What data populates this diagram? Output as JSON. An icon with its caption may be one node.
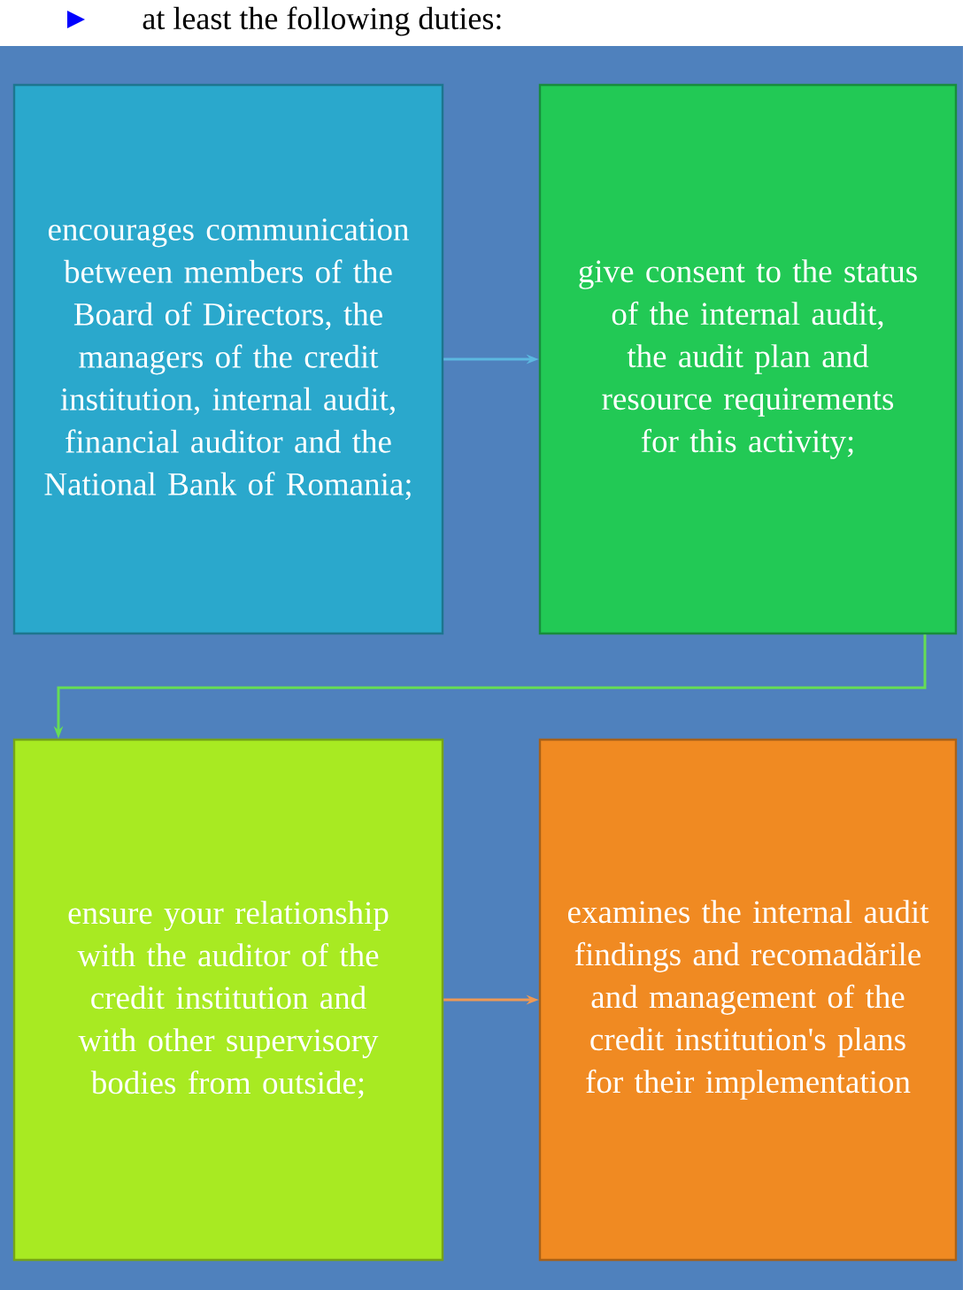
{
  "diagram": {
    "nodes": [
      {
        "text": [
          "encourages communication between members of the Board of Directors, the managers of the credit institution, internal audit, financial auditor and the National Bank of Romania;"
        ]
      },
      {
        "text": [
          "give consent to the status of the internal audit, the audit plan and resource requirements for this activity;"
        ]
      },
      {
        "text": [
          "ensure your relationship with the auditor of the credit institution and with other supervisory bodies from outside;"
        ]
      },
      {
        "text": [
          "examines the internal audit findings and recomadările and management of the credit institution's plans for their implementation"
        ]
      }
    ],
    "edges": [
      {
        "from": 0,
        "to": 1,
        "arrow": "to",
        "color": "#5cb8e0"
      },
      {
        "from": 1,
        "to": 2,
        "arrow": "to",
        "color": "#66dd55"
      },
      {
        "from": 2,
        "to": 3,
        "arrow": "to",
        "color": "#ee9955"
      }
    ],
    "labels": [
      "at least the following duties:"
    ]
  }
}
